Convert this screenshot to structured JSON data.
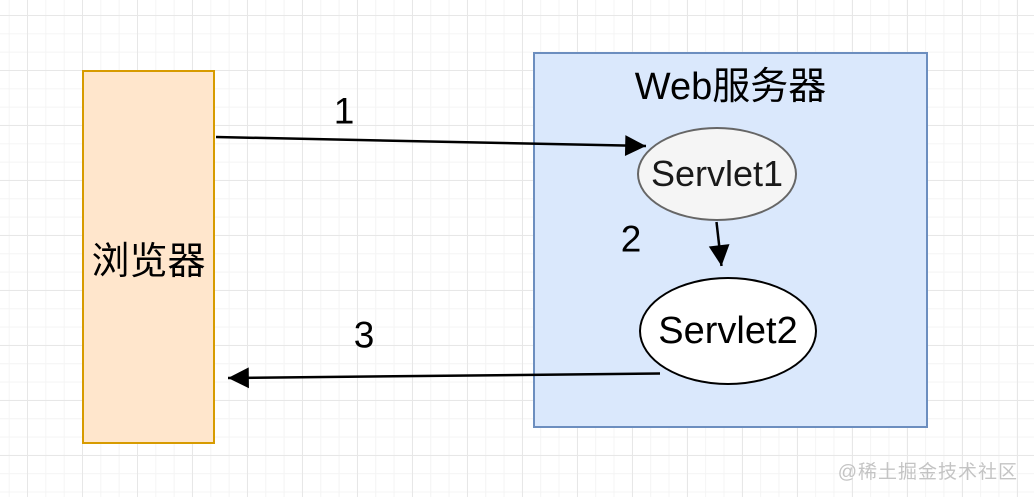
{
  "diagram": {
    "nodes": {
      "browser": {
        "label": "浏览器",
        "fill": "#ffe6cc",
        "border": "#d79b00"
      },
      "web_server": {
        "label": "Web服务器",
        "fill": "#dae8fc",
        "border": "#6c8ebf"
      },
      "servlet1": {
        "label": "Servlet1",
        "fill": "#f5f5f5",
        "border": "#666666"
      },
      "servlet2": {
        "label": "Servlet2",
        "fill": "#ffffff",
        "border": "#000000"
      }
    },
    "edges": [
      {
        "label": "1",
        "from": "browser",
        "to": "servlet1"
      },
      {
        "label": "2",
        "from": "servlet1",
        "to": "servlet2"
      },
      {
        "label": "3",
        "from": "servlet2",
        "to": "browser"
      }
    ],
    "arrow_color": "#000000"
  },
  "watermark": "@稀土掘金技术社区"
}
